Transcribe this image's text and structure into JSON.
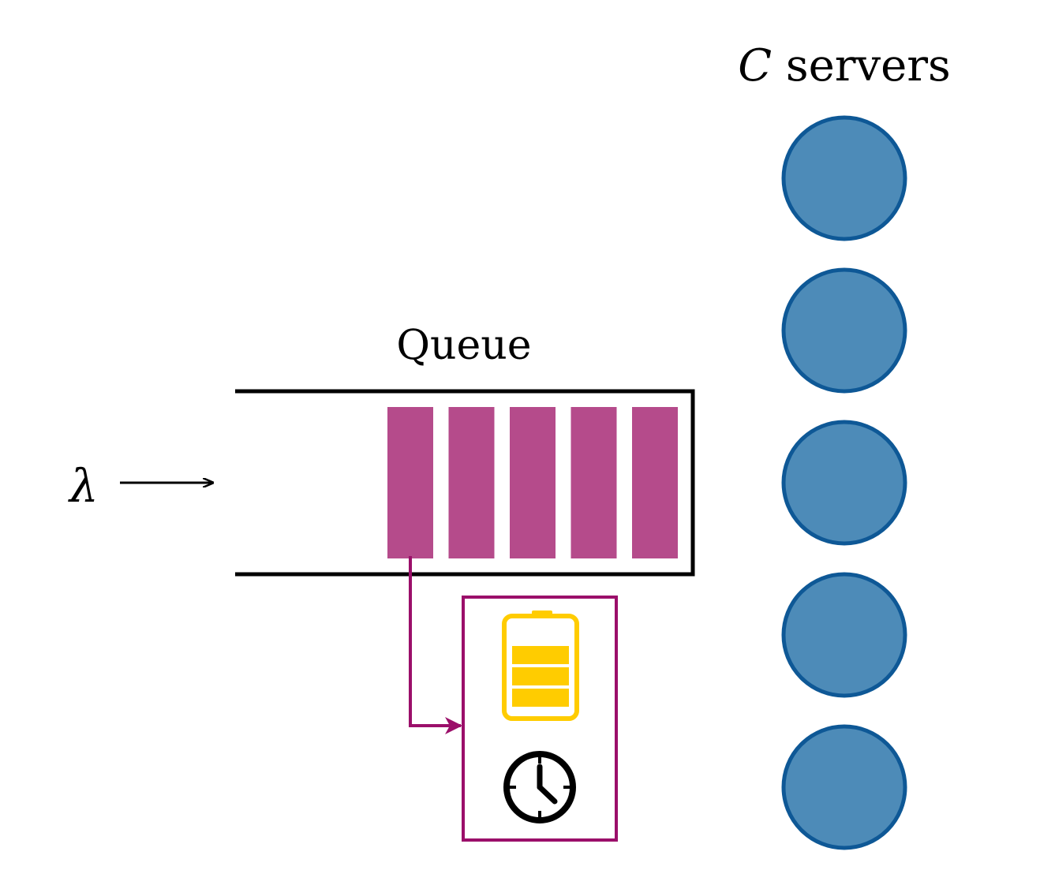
{
  "arrival": {
    "rate_symbol": "λ"
  },
  "queue": {
    "title": "Queue",
    "slot_color": "#b54b8b",
    "border_color": "#000000",
    "slots": [
      {
        "name": "queue-slot-1"
      },
      {
        "name": "queue-slot-2"
      },
      {
        "name": "queue-slot-3"
      },
      {
        "name": "queue-slot-4"
      },
      {
        "name": "queue-slot-5"
      }
    ]
  },
  "servers": {
    "count_symbol": "C",
    "label": "servers",
    "fill_color": "#4d8bb8",
    "stroke_color": "#0e5896",
    "items": [
      {
        "name": "server-1"
      },
      {
        "name": "server-2"
      },
      {
        "name": "server-3"
      },
      {
        "name": "server-4"
      },
      {
        "name": "server-5"
      }
    ]
  },
  "detail_box": {
    "border_color": "#9b0f6a",
    "icons": [
      "battery-icon",
      "clock-icon"
    ],
    "battery_color": "#ffcc00",
    "battery_level": 0.6
  }
}
